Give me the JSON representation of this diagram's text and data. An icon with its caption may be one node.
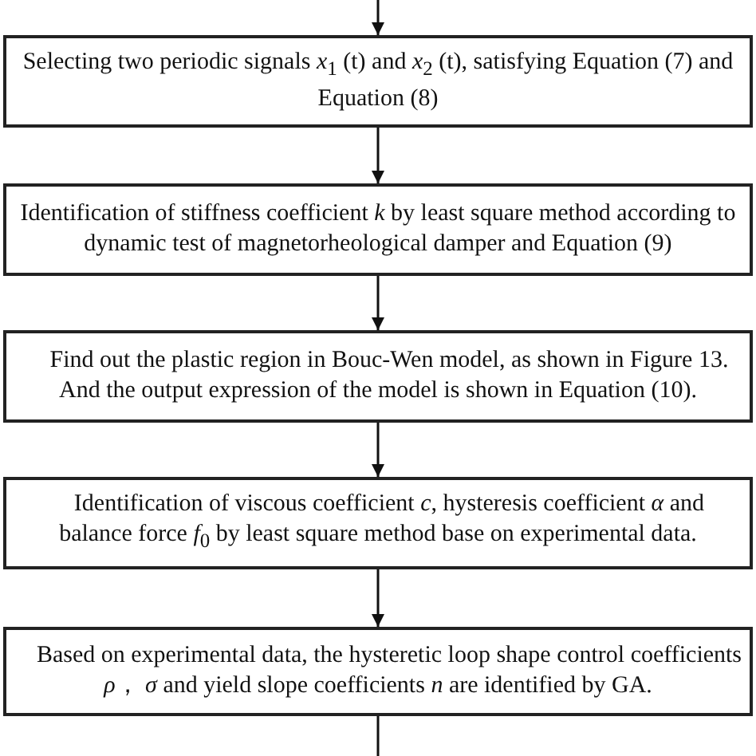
{
  "diagram": {
    "nodes": [
      {
        "text": [
          "Selecting  two periodic signals *x*$_{1}$ (t) and *x*$_{2}$ (t), satisfying Equation (7) and Equation (8)"
        ]
      },
      {
        "text": [
          "Identification of stiffness coefficient *k* by least square method according to dynamic test of magnetorheological damper and Equation (9)"
        ]
      },
      {
        "text": [
          "Find out the  plastic region in Bouc-Wen model, as shown in Figure 13. And the output expression of the model is shown in Equation (10)."
        ]
      },
      {
        "text": [
          "Identification of viscous coefficient *c*, hysteresis coefficient *α* and balance force *f*$_{0}$ by least square method base on experimental data."
        ]
      },
      {
        "text": [
          "Based on experimental data, the hysteretic loop shape control coefficients *ρ*， *σ* and yield slope coefficients *n* are identified by GA."
        ]
      }
    ],
    "edges": [
      {
        "from": null,
        "to": 0,
        "arrow": "to"
      },
      {
        "from": 0,
        "to": 1,
        "arrow": "to"
      },
      {
        "from": 1,
        "to": 2,
        "arrow": "to"
      },
      {
        "from": 2,
        "to": 3,
        "arrow": "to"
      },
      {
        "from": 3,
        "to": 4,
        "arrow": "to"
      },
      {
        "from": 4,
        "to": null,
        "arrow": "none"
      }
    ]
  }
}
